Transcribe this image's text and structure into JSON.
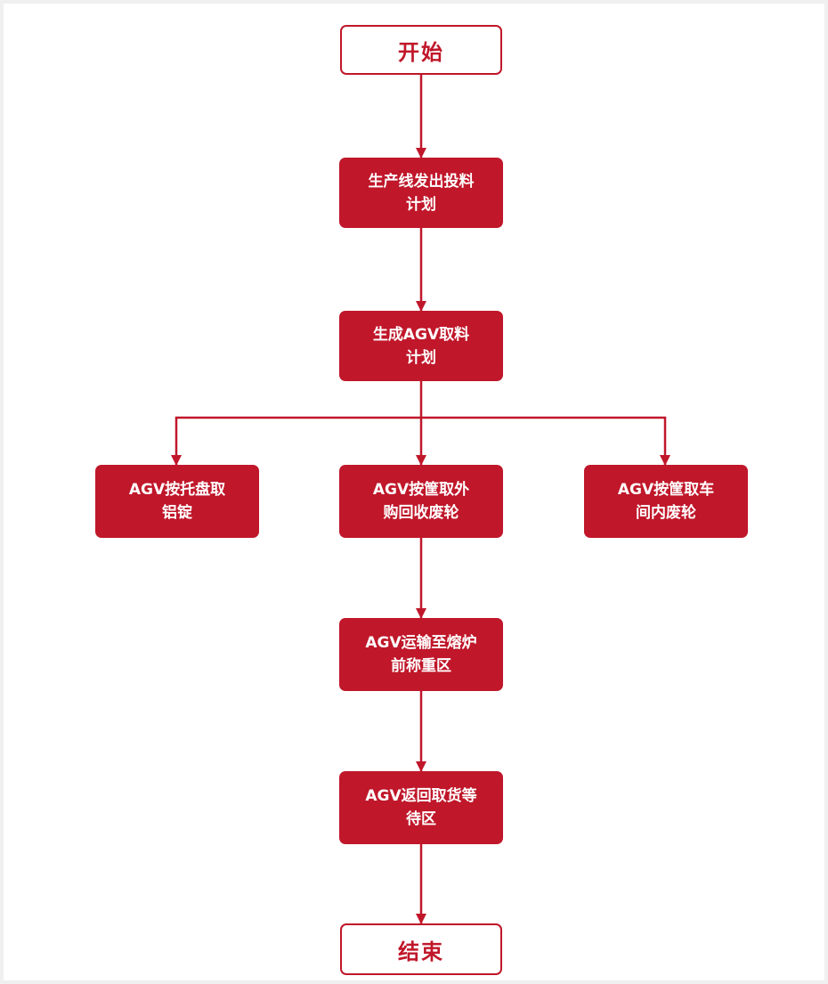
{
  "colors": {
    "accent": "#c0172a",
    "background": "#ffffff"
  },
  "nodes": {
    "start": {
      "line1": "开始"
    },
    "plan": {
      "line1": "生产线发出投料",
      "line2": "计划"
    },
    "agv_plan": {
      "line1": "生成AGV取料",
      "line2": "计划"
    },
    "ingot": {
      "line1": "AGV按托盘取",
      "line2": "铝锭"
    },
    "outside": {
      "line1": "AGV按筐取外",
      "line2": "购回收废轮"
    },
    "workshop": {
      "line1": "AGV按筐取车",
      "line2": "间内废轮"
    },
    "transport": {
      "line1": "AGV运输至熔炉",
      "line2": "前称重区"
    },
    "return": {
      "line1": "AGV返回取货等",
      "line2": "待区"
    },
    "end": {
      "line1": "结束"
    }
  },
  "edges": [
    [
      "start",
      "plan"
    ],
    [
      "plan",
      "agv_plan"
    ],
    [
      "agv_plan",
      "ingot"
    ],
    [
      "agv_plan",
      "outside"
    ],
    [
      "agv_plan",
      "workshop"
    ],
    [
      "outside",
      "transport"
    ],
    [
      "transport",
      "return"
    ],
    [
      "return",
      "end"
    ]
  ]
}
